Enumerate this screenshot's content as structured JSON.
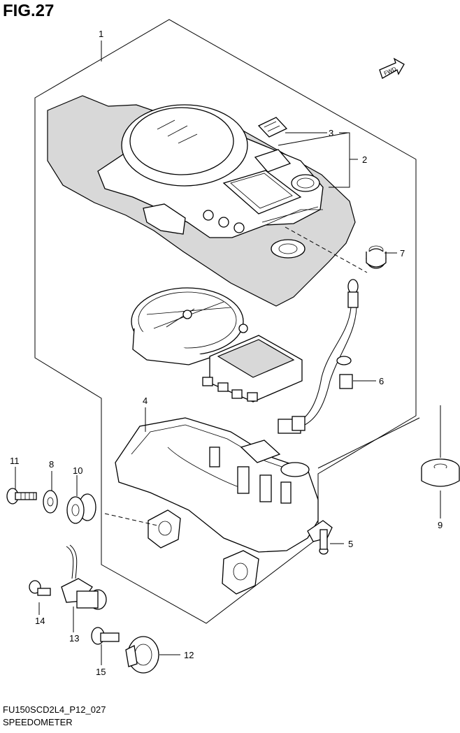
{
  "figure": {
    "title": "FIG.27",
    "code": "FU150SCD2L4_P12_027",
    "name": "SPEEDOMETER",
    "fwd_label": "FWD"
  },
  "callouts": [
    "1",
    "2",
    "3",
    "4",
    "5",
    "6",
    "7",
    "8",
    "9",
    "10",
    "11",
    "12",
    "13",
    "14",
    "15"
  ]
}
